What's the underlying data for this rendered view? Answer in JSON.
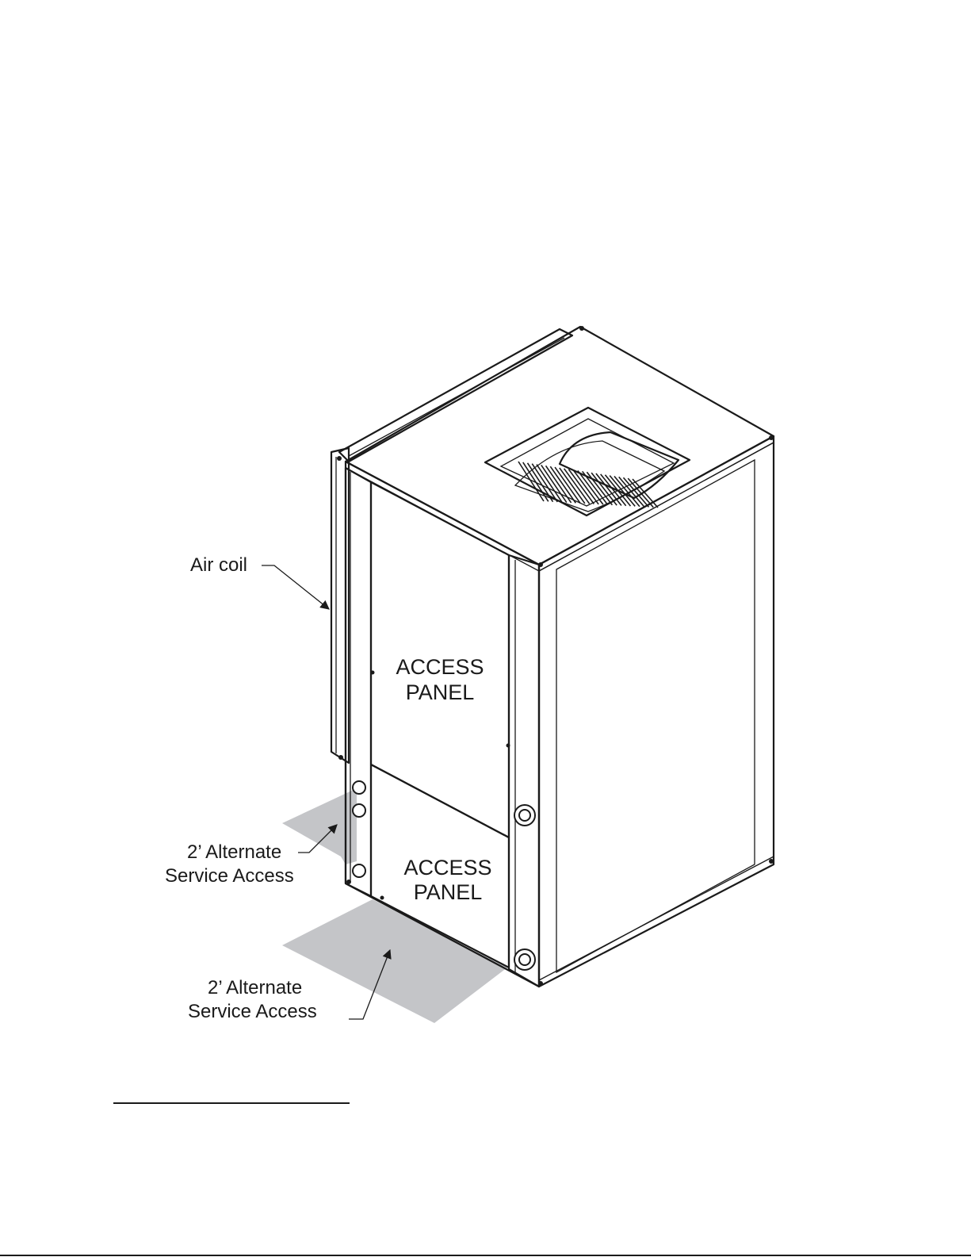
{
  "labels": {
    "air_coil": "Air coil",
    "upper_panel_line1": "ACCESS",
    "upper_panel_line2": "PANEL",
    "lower_panel_line1": "ACCESS",
    "lower_panel_line2": "PANEL",
    "side_access_line1": "2’ Alternate",
    "side_access_line2": "Service Access",
    "front_access_line1": "2’ Alternate",
    "front_access_line2": "Service Access"
  },
  "colors": {
    "service_area": "#c4c5c8",
    "outline": "#1a1a1a",
    "background": "#ffffff"
  }
}
